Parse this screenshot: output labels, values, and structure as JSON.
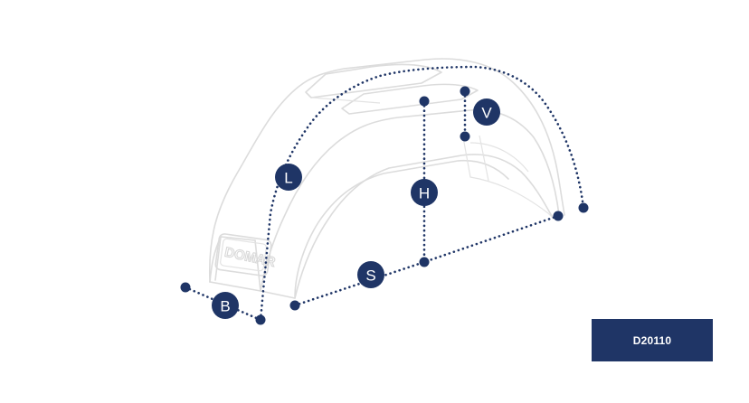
{
  "logo": {
    "text": "DOMAR"
  },
  "dimensions": [
    {
      "id": "L",
      "label": "L"
    },
    {
      "id": "H",
      "label": "H"
    },
    {
      "id": "V",
      "label": "V"
    },
    {
      "id": "S",
      "label": "S"
    },
    {
      "id": "B",
      "label": "B"
    }
  ],
  "product_code": "D20110",
  "colors": {
    "accent": "#1f3566",
    "outline": "#dcdcdc",
    "background": "#ffffff"
  }
}
